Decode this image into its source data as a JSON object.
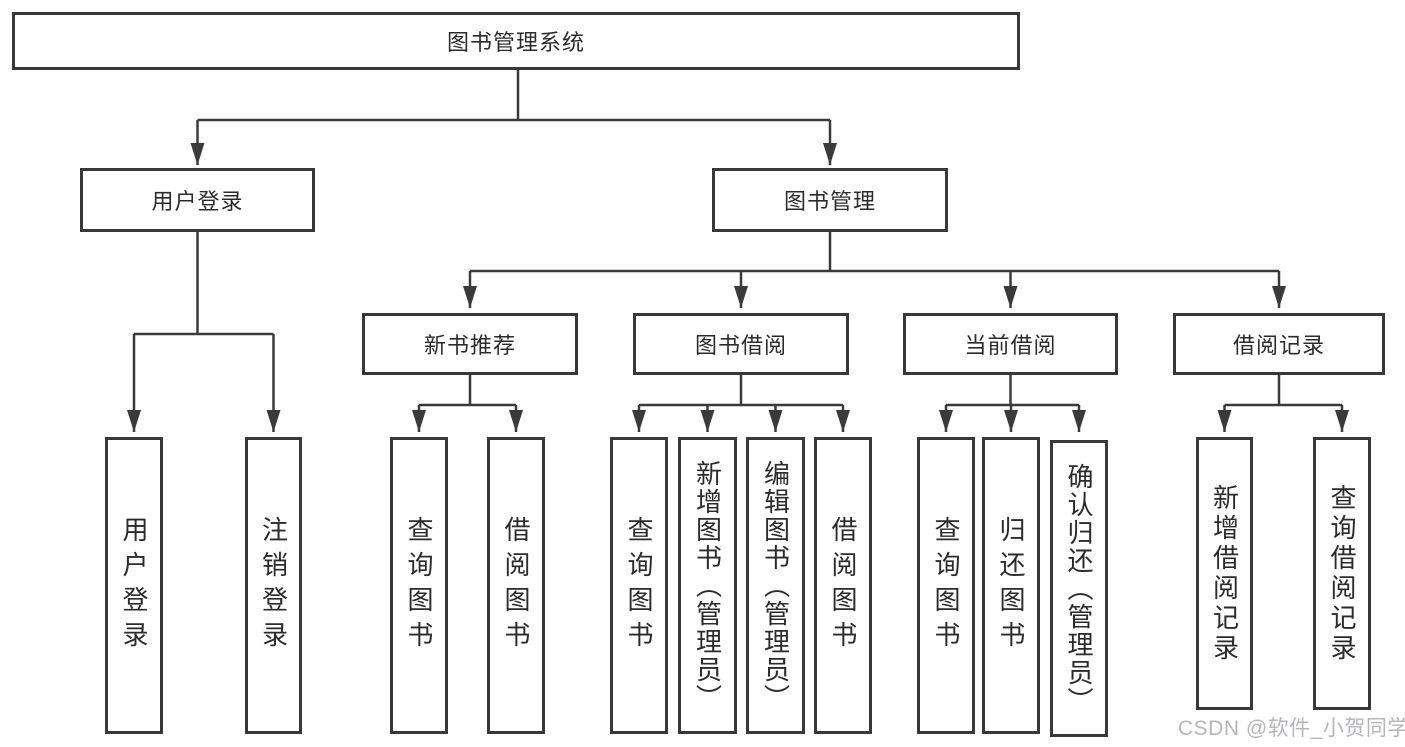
{
  "colors": {
    "line": "#3a3a3a",
    "border": "#383838",
    "text": "#2b2b2b",
    "background": "#ffffff",
    "watermark": "#b4b6ba"
  },
  "watermark": "CSDN @软件_小贺同学",
  "tree": {
    "label": "图书管理系统",
    "children": [
      {
        "label": "用户登录",
        "children": [
          {
            "label": "用户登录"
          },
          {
            "label": "注销登录"
          }
        ]
      },
      {
        "label": "图书管理",
        "children": [
          {
            "label": "新书推荐",
            "children": [
              {
                "label": "查询图书"
              },
              {
                "label": "借阅图书"
              }
            ]
          },
          {
            "label": "图书借阅",
            "children": [
              {
                "label": "查询图书"
              },
              {
                "label": "新增图书（管理员）"
              },
              {
                "label": "编辑图书（管理员）"
              },
              {
                "label": "借阅图书"
              }
            ]
          },
          {
            "label": "当前借阅",
            "children": [
              {
                "label": "查询图书"
              },
              {
                "label": "归还图书"
              },
              {
                "label": "确认归还（管理员）"
              }
            ]
          },
          {
            "label": "借阅记录",
            "children": [
              {
                "label": "新增借阅记录"
              },
              {
                "label": "查询借阅记录"
              }
            ]
          }
        ]
      }
    ]
  }
}
